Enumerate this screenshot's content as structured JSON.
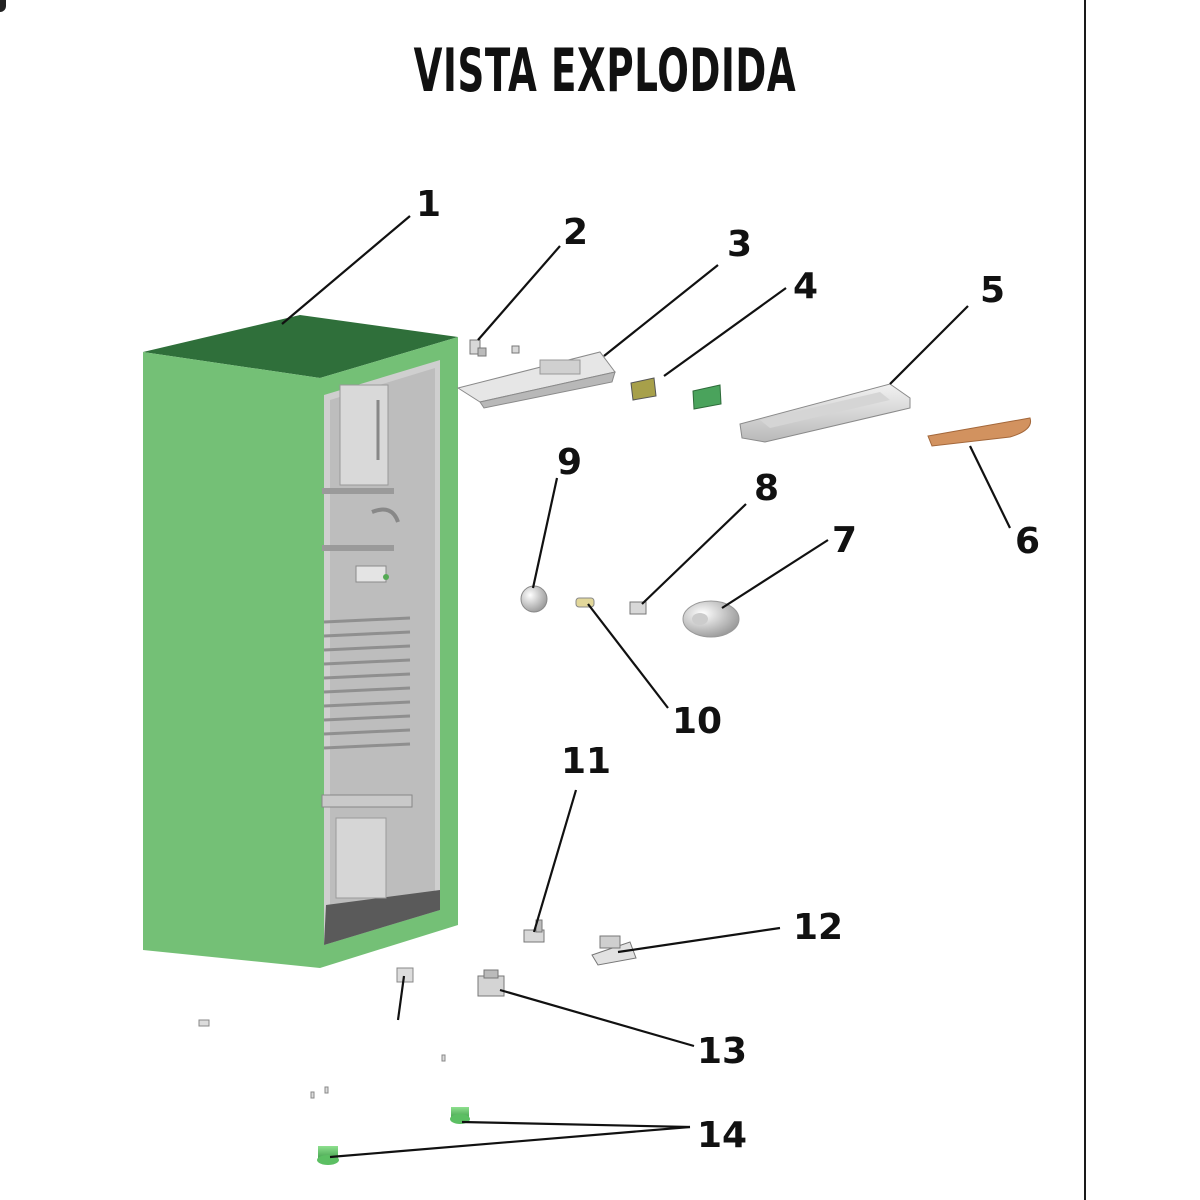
{
  "title": "VISTA EXPLODIDA",
  "colors": {
    "cabinet": "#74c076",
    "cabinet_top": "#2f6f3a",
    "board": "#4aa35c",
    "handle_trim": "#d2925f",
    "foot": "#6fcf75"
  },
  "callouts": [
    {
      "id": "c1",
      "label": "1"
    },
    {
      "id": "c2",
      "label": "2"
    },
    {
      "id": "c3",
      "label": "3"
    },
    {
      "id": "c4",
      "label": "4"
    },
    {
      "id": "c5",
      "label": "5"
    },
    {
      "id": "c6",
      "label": "6"
    },
    {
      "id": "c7",
      "label": "7"
    },
    {
      "id": "c8",
      "label": "8"
    },
    {
      "id": "c9",
      "label": "9"
    },
    {
      "id": "c10",
      "label": "10"
    },
    {
      "id": "c11",
      "label": "11"
    },
    {
      "id": "c12",
      "label": "12"
    },
    {
      "id": "c13",
      "label": "13"
    },
    {
      "id": "c14",
      "label": "14"
    }
  ]
}
